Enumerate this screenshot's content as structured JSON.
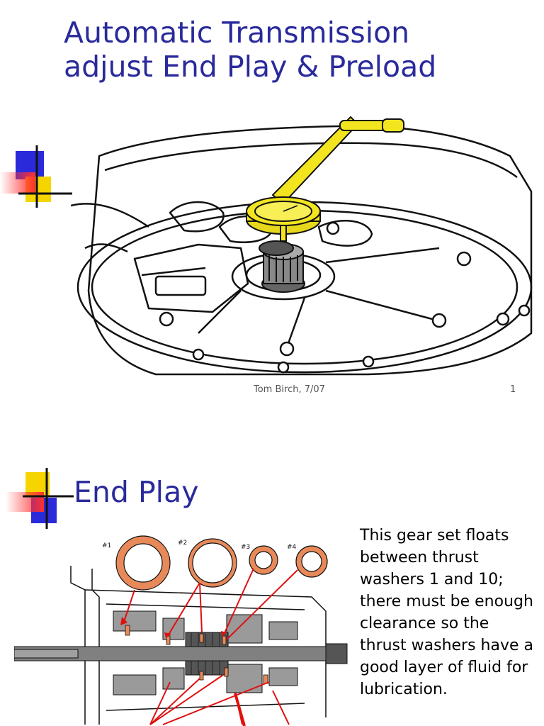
{
  "slides": [
    {
      "title_line1": "Automatic Transmission",
      "title_line2": "adjust End Play & Preload",
      "footer_author": "Tom Birch, 7/07",
      "page_number": "1"
    },
    {
      "title": "End Play",
      "body": "This gear set floats between thrust washers 1 and 10; there must be enough clearance so the thrust washers have a good layer of fluid for lubrication.",
      "washer_labels": [
        "#1",
        "#2",
        "#3",
        "#4"
      ]
    }
  ],
  "colors": {
    "title": "#2a2a9c",
    "tool_yellow": "#f2e51f",
    "washer_orange": "#e8895a",
    "arrow_red": "#e01010",
    "logo_blue": "#2a2adb",
    "logo_yellow": "#f5d400",
    "logo_red": "#ff3030"
  }
}
